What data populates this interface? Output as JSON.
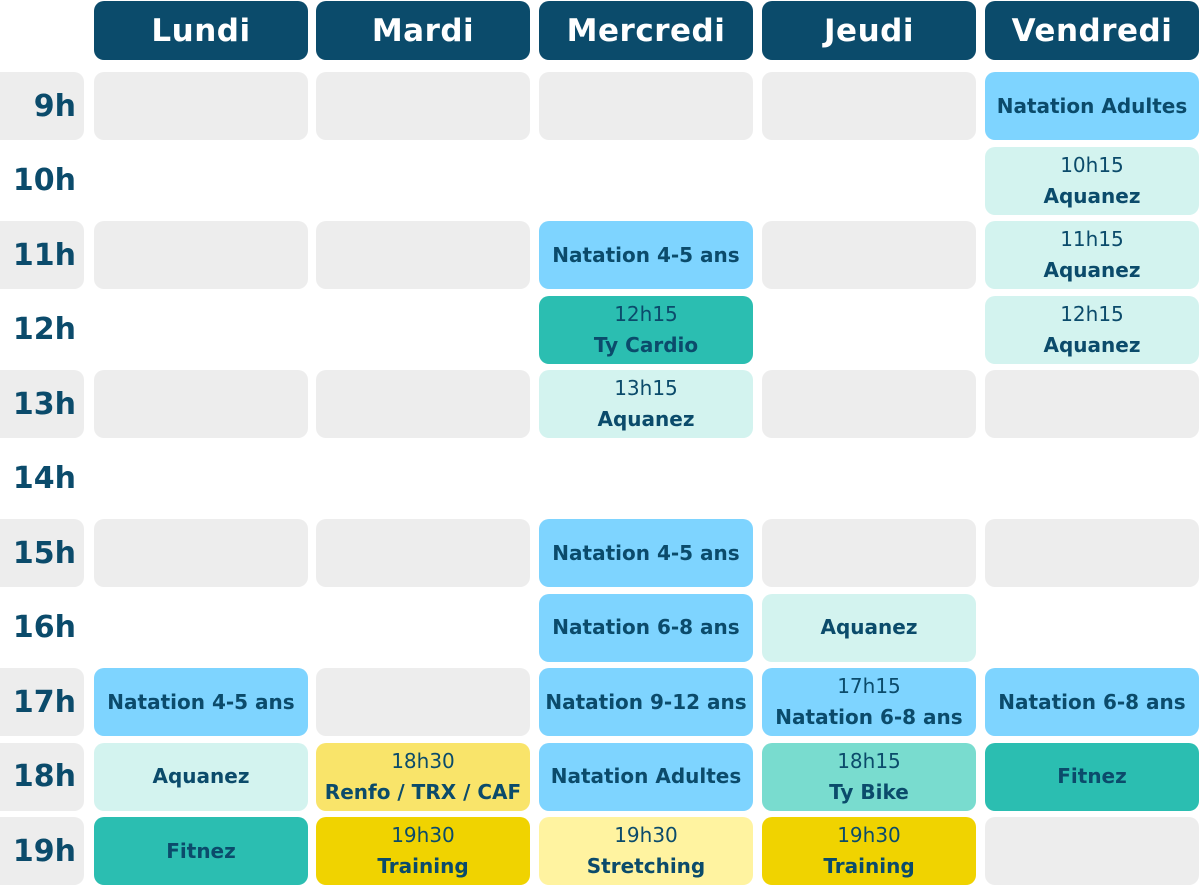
{
  "days": [
    "Lundi",
    "Mardi",
    "Mercredi",
    "Jeudi",
    "Vendredi"
  ],
  "hours": [
    "9h",
    "10h",
    "11h",
    "12h",
    "13h",
    "14h",
    "15h",
    "16h",
    "17h",
    "18h",
    "19h"
  ],
  "shaded_hours": [
    0,
    2,
    4,
    6,
    8,
    9,
    10
  ],
  "colors": {
    "header": "#0b4b6b",
    "empty": "#ededed",
    "blue": "#7ed4ff",
    "mint": "#d3f3ef",
    "teal": "#2bbeb1",
    "teal-light": "#79dccf",
    "yellow": "#f9e46a",
    "gold": "#f0d300",
    "pale-yellow": "#fff3a0"
  },
  "cells": [
    {
      "row": 0,
      "col": 0,
      "style": "empty"
    },
    {
      "row": 0,
      "col": 1,
      "style": "empty"
    },
    {
      "row": 0,
      "col": 2,
      "style": "empty"
    },
    {
      "row": 0,
      "col": 3,
      "style": "empty"
    },
    {
      "row": 0,
      "col": 4,
      "style": "blue",
      "name": "Natation Adultes"
    },
    {
      "row": 1,
      "col": 4,
      "style": "mint",
      "time": "10h15",
      "name": "Aquanez"
    },
    {
      "row": 2,
      "col": 0,
      "style": "empty"
    },
    {
      "row": 2,
      "col": 1,
      "style": "empty"
    },
    {
      "row": 2,
      "col": 2,
      "style": "blue",
      "name": "Natation 4-5 ans"
    },
    {
      "row": 2,
      "col": 3,
      "style": "empty"
    },
    {
      "row": 2,
      "col": 4,
      "style": "mint",
      "time": "11h15",
      "name": "Aquanez"
    },
    {
      "row": 3,
      "col": 2,
      "style": "teal",
      "time": "12h15",
      "name": "Ty Cardio"
    },
    {
      "row": 3,
      "col": 4,
      "style": "mint",
      "time": "12h15",
      "name": "Aquanez"
    },
    {
      "row": 4,
      "col": 0,
      "style": "empty"
    },
    {
      "row": 4,
      "col": 1,
      "style": "empty"
    },
    {
      "row": 4,
      "col": 2,
      "style": "mint",
      "time": "13h15",
      "name": "Aquanez"
    },
    {
      "row": 4,
      "col": 3,
      "style": "empty"
    },
    {
      "row": 4,
      "col": 4,
      "style": "empty"
    },
    {
      "row": 6,
      "col": 0,
      "style": "empty"
    },
    {
      "row": 6,
      "col": 1,
      "style": "empty"
    },
    {
      "row": 6,
      "col": 2,
      "style": "blue",
      "name": "Natation 4-5 ans"
    },
    {
      "row": 6,
      "col": 3,
      "style": "empty"
    },
    {
      "row": 6,
      "col": 4,
      "style": "empty"
    },
    {
      "row": 7,
      "col": 2,
      "style": "blue",
      "name": "Natation 6-8 ans"
    },
    {
      "row": 7,
      "col": 3,
      "style": "mint",
      "name": "Aquanez"
    },
    {
      "row": 8,
      "col": 0,
      "style": "blue",
      "name": "Natation 4-5 ans"
    },
    {
      "row": 8,
      "col": 1,
      "style": "empty"
    },
    {
      "row": 8,
      "col": 2,
      "style": "blue",
      "name": "Natation 9-12 ans"
    },
    {
      "row": 8,
      "col": 3,
      "style": "blue",
      "time": "17h15",
      "name": "Natation 6-8 ans"
    },
    {
      "row": 8,
      "col": 4,
      "style": "blue",
      "name": "Natation 6-8 ans"
    },
    {
      "row": 9,
      "col": 0,
      "style": "mint",
      "name": "Aquanez"
    },
    {
      "row": 9,
      "col": 1,
      "style": "yellow",
      "time": "18h30",
      "name": "Renfo / TRX / CAF"
    },
    {
      "row": 9,
      "col": 2,
      "style": "blue",
      "name": "Natation Adultes"
    },
    {
      "row": 9,
      "col": 3,
      "style": "teal-light",
      "time": "18h15",
      "name": "Ty Bike"
    },
    {
      "row": 9,
      "col": 4,
      "style": "teal",
      "name": "Fitnez"
    },
    {
      "row": 10,
      "col": 0,
      "style": "teal",
      "name": "Fitnez"
    },
    {
      "row": 10,
      "col": 1,
      "style": "gold",
      "time": "19h30",
      "name": "Training"
    },
    {
      "row": 10,
      "col": 2,
      "style": "pale-yellow",
      "time": "19h30",
      "name": "Stretching"
    },
    {
      "row": 10,
      "col": 3,
      "style": "gold",
      "time": "19h30",
      "name": "Training"
    },
    {
      "row": 10,
      "col": 4,
      "style": "empty"
    }
  ]
}
